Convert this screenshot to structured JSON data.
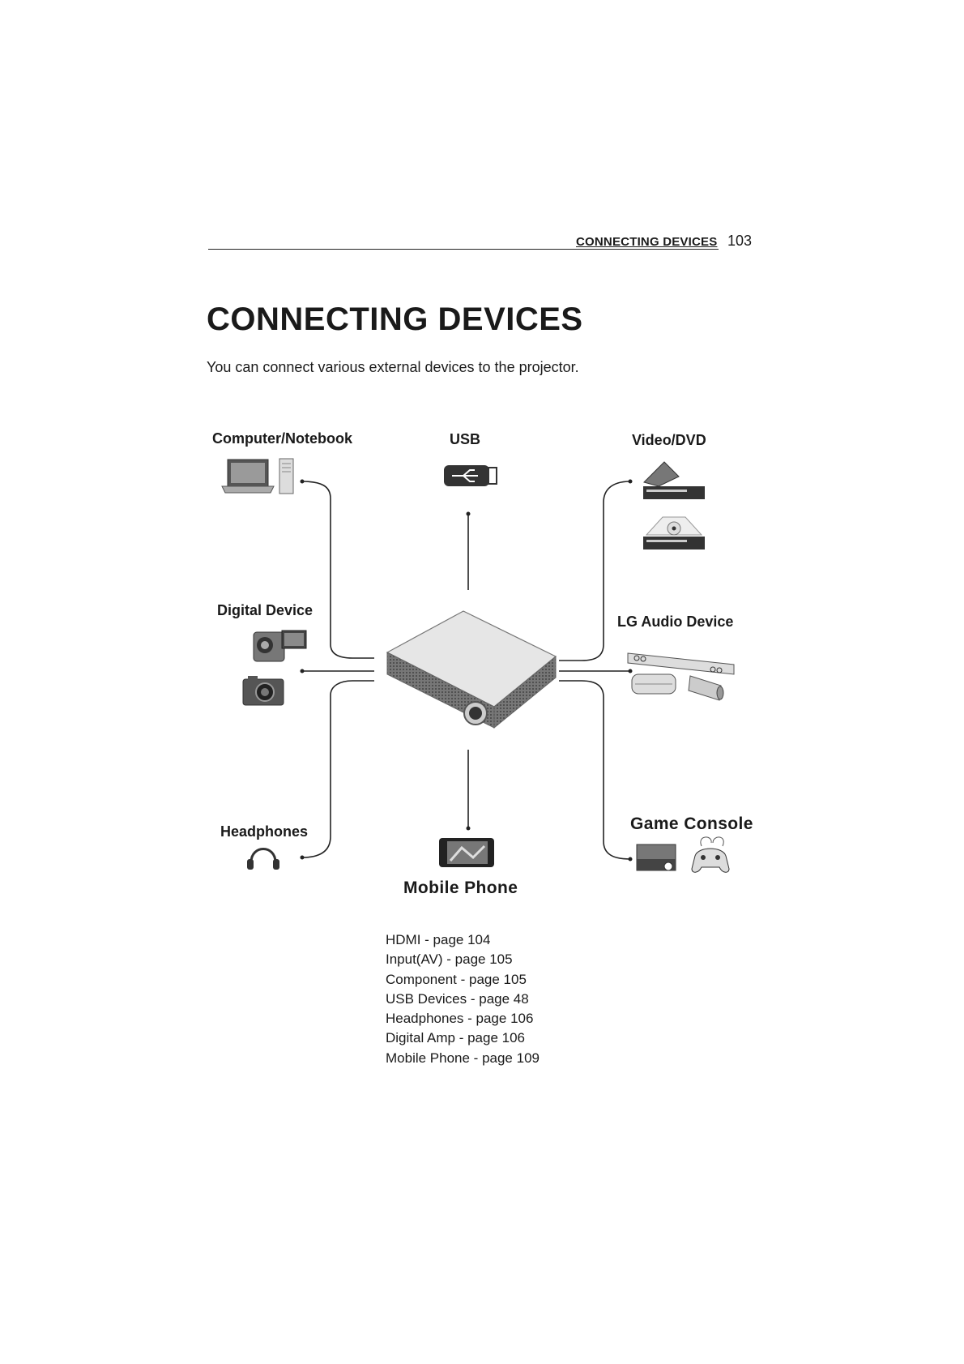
{
  "header": {
    "section": "CONNECTING DEVICES",
    "page_number": "103"
  },
  "title": "CONNECTING DEVICES",
  "intro": "You can connect various external devices to the projector.",
  "diagram": {
    "labels": {
      "computer": "Computer/Notebook",
      "usb": "USB",
      "video": "Video/DVD",
      "digital": "Digital Device",
      "audio": "LG Audio Device",
      "headphones": "Headphones",
      "mobile": "Mobile Phone",
      "game": "Game Console"
    },
    "icons": [
      "laptop-icon",
      "desktop-tower-icon",
      "usb-stick-icon",
      "dvd-player-icon",
      "disc-player-icon",
      "camcorder-icon",
      "camera-icon",
      "projector-icon",
      "soundbar-icon",
      "speaker-icon",
      "headphones-icon",
      "mobile-phone-icon",
      "game-console-icon",
      "gamepad-icon"
    ]
  },
  "references": [
    "HDMI - page 104",
    "Input(AV) - page 105",
    "Component - page 105",
    "USB Devices - page 48",
    "Headphones - page 106",
    "Digital Amp - page 106",
    "Mobile Phone - page 109"
  ]
}
